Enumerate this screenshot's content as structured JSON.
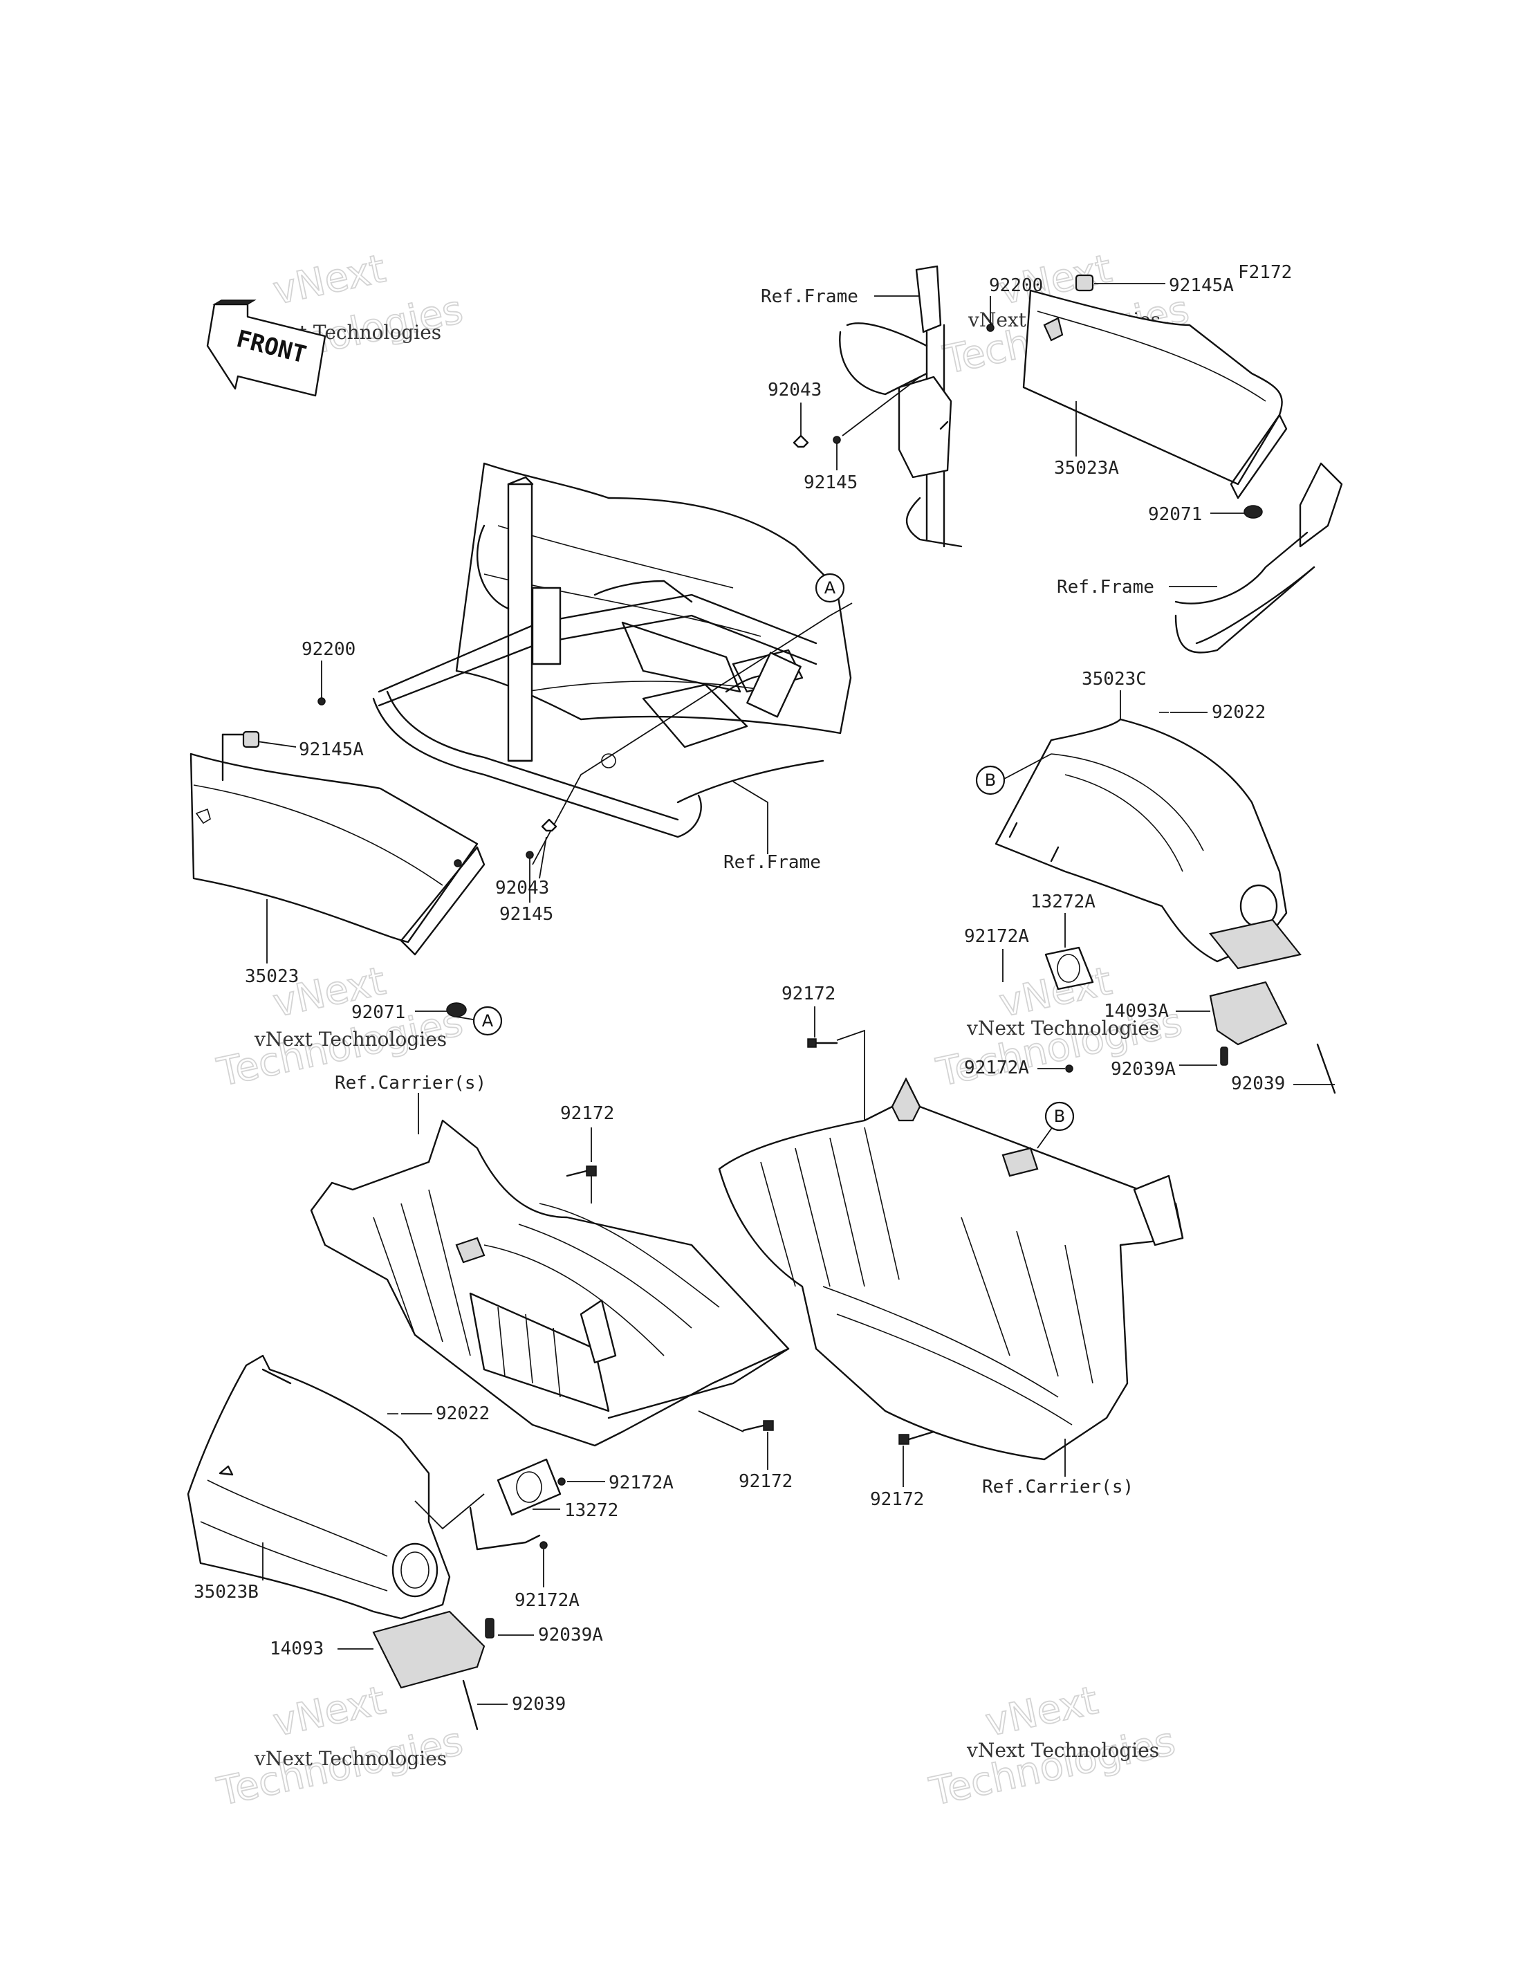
{
  "figure_code": "F2172",
  "front_arrow": "FRONT",
  "watermark": {
    "line1": "vNext Technologies",
    "line2": "vNext",
    "line3": "Technologies"
  },
  "refs": {
    "frame": "Ref.Frame",
    "carrier": "Ref.Carrier(s)"
  },
  "circle_labels": {
    "a": "A",
    "b": "B"
  },
  "parts": {
    "p92200": "92200",
    "p92145A": "92145A",
    "p92043": "92043",
    "p92145": "92145",
    "p35023": "35023",
    "p35023A": "35023A",
    "p35023B": "35023B",
    "p35023C": "35023C",
    "p92071": "92071",
    "p92022": "92022",
    "p13272": "13272",
    "p13272A": "13272A",
    "p92172": "92172",
    "p92172A": "92172A",
    "p14093": "14093",
    "p14093A": "14093A",
    "p92039": "92039",
    "p92039A": "92039A"
  }
}
